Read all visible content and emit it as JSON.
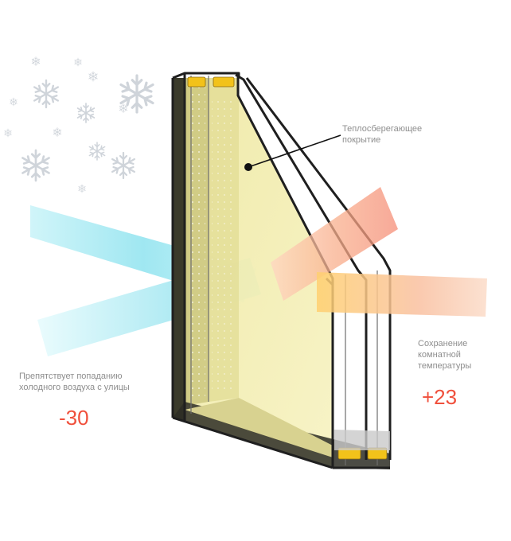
{
  "labels": {
    "coating": [
      "Теплосберегающее",
      "покрытие"
    ],
    "cold_text": [
      "Препятствует попаданию",
      "холодного воздуха с улицы"
    ],
    "warm_text": [
      "Сохранение",
      "комнатной",
      "температуры"
    ]
  },
  "temperatures": {
    "outside": "-30",
    "inside": "+23"
  },
  "colors": {
    "cold_value": "#f0503c",
    "warm_value": "#f0503c",
    "glass_tint": "#f2f0a8",
    "frame": "#2a2a2a",
    "cold_beam": "#9fe7f2",
    "warm_beam": "#f7a887"
  },
  "icons": [
    "snowflake-icon"
  ]
}
